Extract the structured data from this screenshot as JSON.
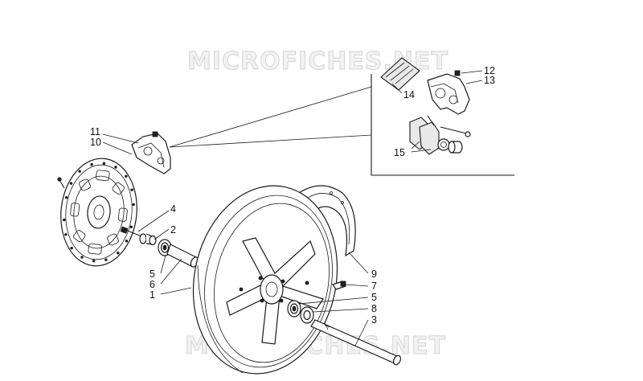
{
  "watermark": "MICROFICHES.NET",
  "callouts": [
    {
      "id": "c12",
      "text": "12"
    },
    {
      "id": "c13",
      "text": "13"
    },
    {
      "id": "c14",
      "text": "14"
    },
    {
      "id": "c15",
      "text": "15"
    },
    {
      "id": "c11",
      "text": "11"
    },
    {
      "id": "c10",
      "text": "10"
    },
    {
      "id": "c4",
      "text": "4"
    },
    {
      "id": "c2",
      "text": "2"
    },
    {
      "id": "c5a",
      "text": "5"
    },
    {
      "id": "c6",
      "text": "6"
    },
    {
      "id": "c1",
      "text": "1"
    },
    {
      "id": "c9",
      "text": "9"
    },
    {
      "id": "c7",
      "text": "7"
    },
    {
      "id": "c5b",
      "text": "5"
    },
    {
      "id": "c8",
      "text": "8"
    },
    {
      "id": "c3",
      "text": "3"
    }
  ]
}
